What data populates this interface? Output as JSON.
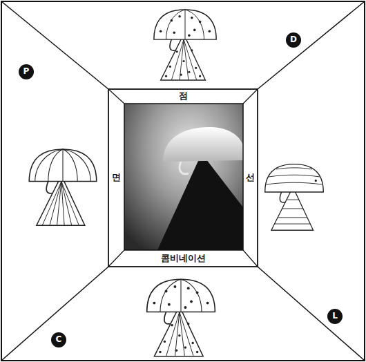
{
  "diagram": {
    "nodes": [
      {
        "text": [
          "D"
        ]
      },
      {
        "text": [
          "P"
        ]
      },
      {
        "text": [
          "점",
          "면",
          "선",
          "콤비네이션"
        ]
      },
      {
        "text": [
          "L"
        ]
      },
      {
        "text": [
          "C"
        ]
      }
    ]
  }
}
